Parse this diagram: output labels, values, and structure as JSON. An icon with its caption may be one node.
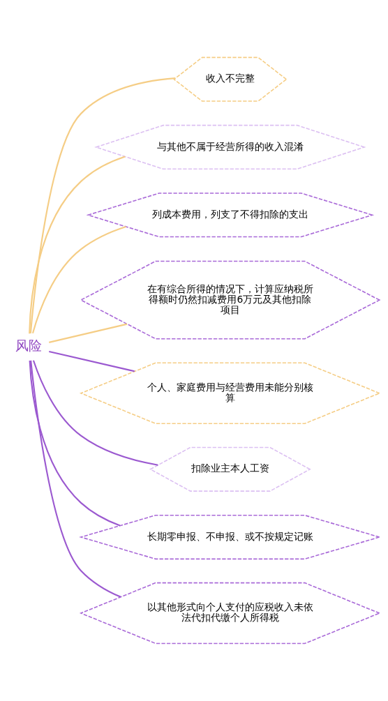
{
  "diagram": {
    "nodes": [
      {
        "text": [
          "风险"
        ]
      },
      {
        "text": [
          "收入不完整"
        ]
      },
      {
        "text": [
          "与其他不属于经营所得的收入混淆"
        ]
      },
      {
        "text": [
          "列成本费用，列支了不得扣除的支出"
        ]
      },
      {
        "text": [
          "在有综合所得的情况下，计算应纳税所得额时仍然扣减费用6万元及其他扣除项目"
        ]
      },
      {
        "text": [
          "个人、家庭费用与经营费用未能分别核算"
        ]
      },
      {
        "text": [
          "扣除业主本人工资"
        ]
      },
      {
        "text": [
          "长期零申报、不申报、或不按规定记账"
        ]
      },
      {
        "text": [
          "以其他形式向个人支付的应税收入未依法代扣代缴个人所得税"
        ]
      }
    ],
    "edges": [
      {
        "from": 0,
        "to": 1,
        "arrow": "none",
        "color": "#f5cd85"
      },
      {
        "from": 0,
        "to": 2,
        "arrow": "none",
        "color": "#f5cd85"
      },
      {
        "from": 0,
        "to": 3,
        "arrow": "none",
        "color": "#f5cd85"
      },
      {
        "from": 0,
        "to": 4,
        "arrow": "none",
        "color": "#f5cd85"
      },
      {
        "from": 0,
        "to": 5,
        "arrow": "none",
        "color": "#9b59d0"
      },
      {
        "from": 0,
        "to": 6,
        "arrow": "none",
        "color": "#9b59d0"
      },
      {
        "from": 0,
        "to": 7,
        "arrow": "none",
        "color": "#9b59d0"
      },
      {
        "from": 0,
        "to": 8,
        "arrow": "none",
        "color": "#9b59d0"
      }
    ]
  }
}
